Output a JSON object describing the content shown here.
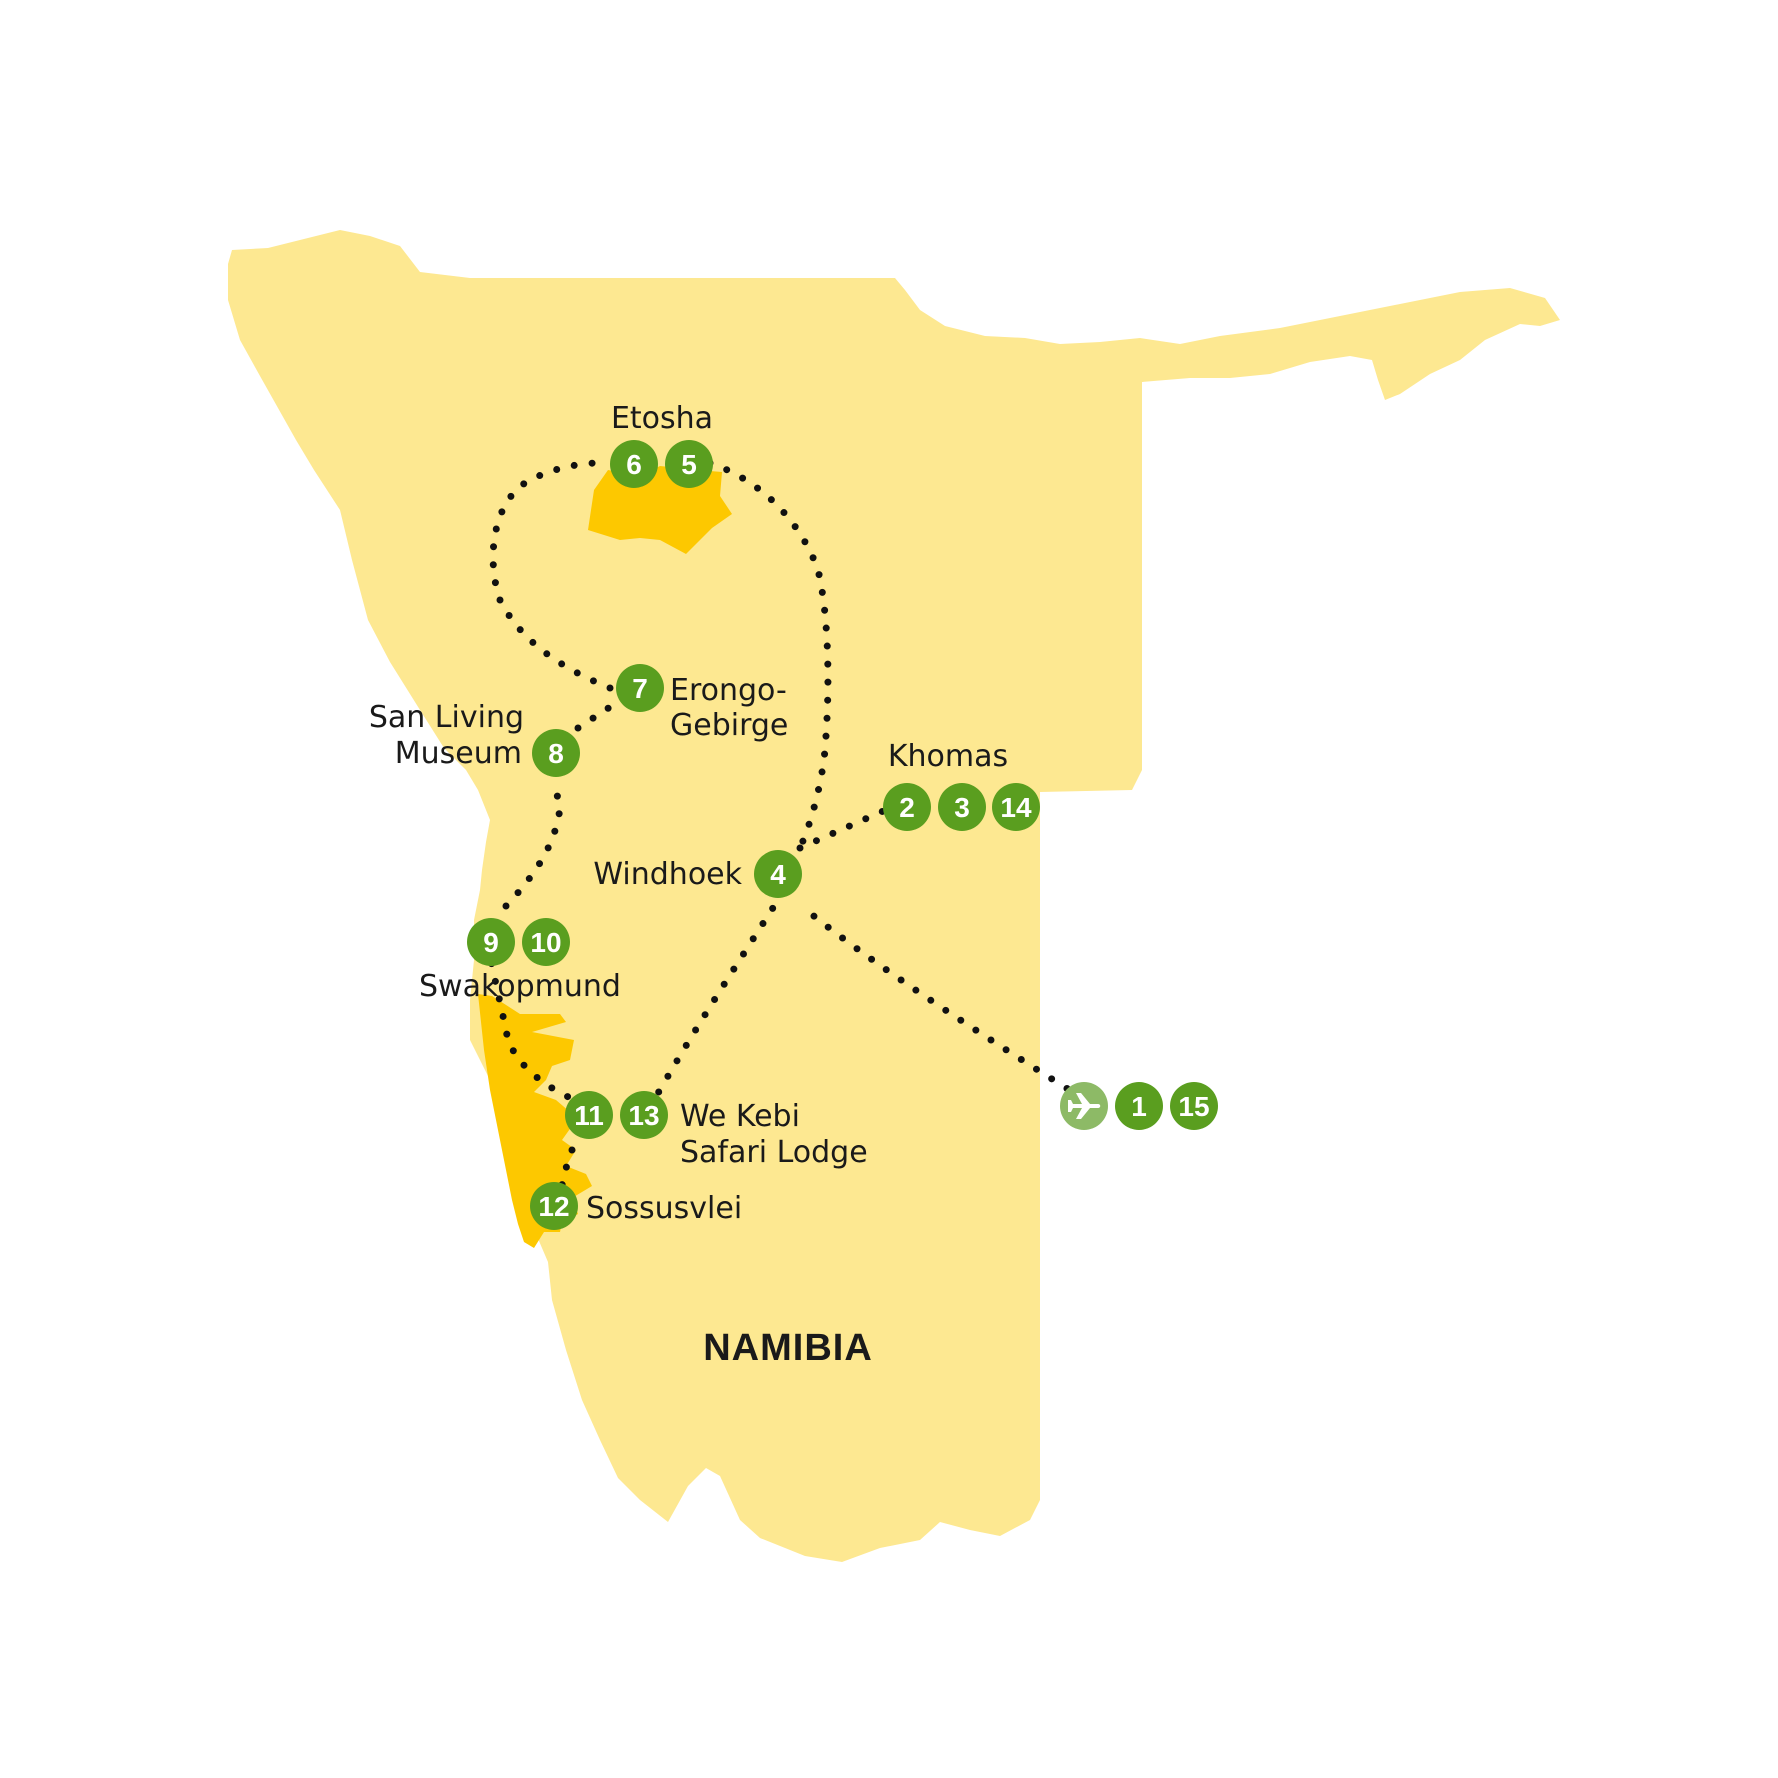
{
  "map": {
    "country_label": "NAMIBIA",
    "colors": {
      "land": "#fde891",
      "park": "#fdc800",
      "marker": "#5a9e1f",
      "airport_marker": "#8dba66",
      "route": "#111111"
    }
  },
  "places": {
    "etosha": "Etosha",
    "erongo_line1": "Erongo-",
    "erongo_line2": "Gebirge",
    "san_line1": "San Living",
    "san_line2": "Museum",
    "khomas": "Khomas",
    "windhoek": "Windhoek",
    "swakopmund": "Swakopmund",
    "wekebi_line1": "We Kebi",
    "wekebi_line2": "Safari Lodge",
    "sossusvlei": "Sossusvlei"
  },
  "markers": {
    "m1": "1",
    "m2": "2",
    "m3": "3",
    "m4": "4",
    "m5": "5",
    "m6": "6",
    "m7": "7",
    "m8": "8",
    "m9": "9",
    "m10": "10",
    "m11": "11",
    "m12": "12",
    "m13": "13",
    "m14": "14",
    "m15": "15",
    "airport_icon": "airplane-icon"
  }
}
